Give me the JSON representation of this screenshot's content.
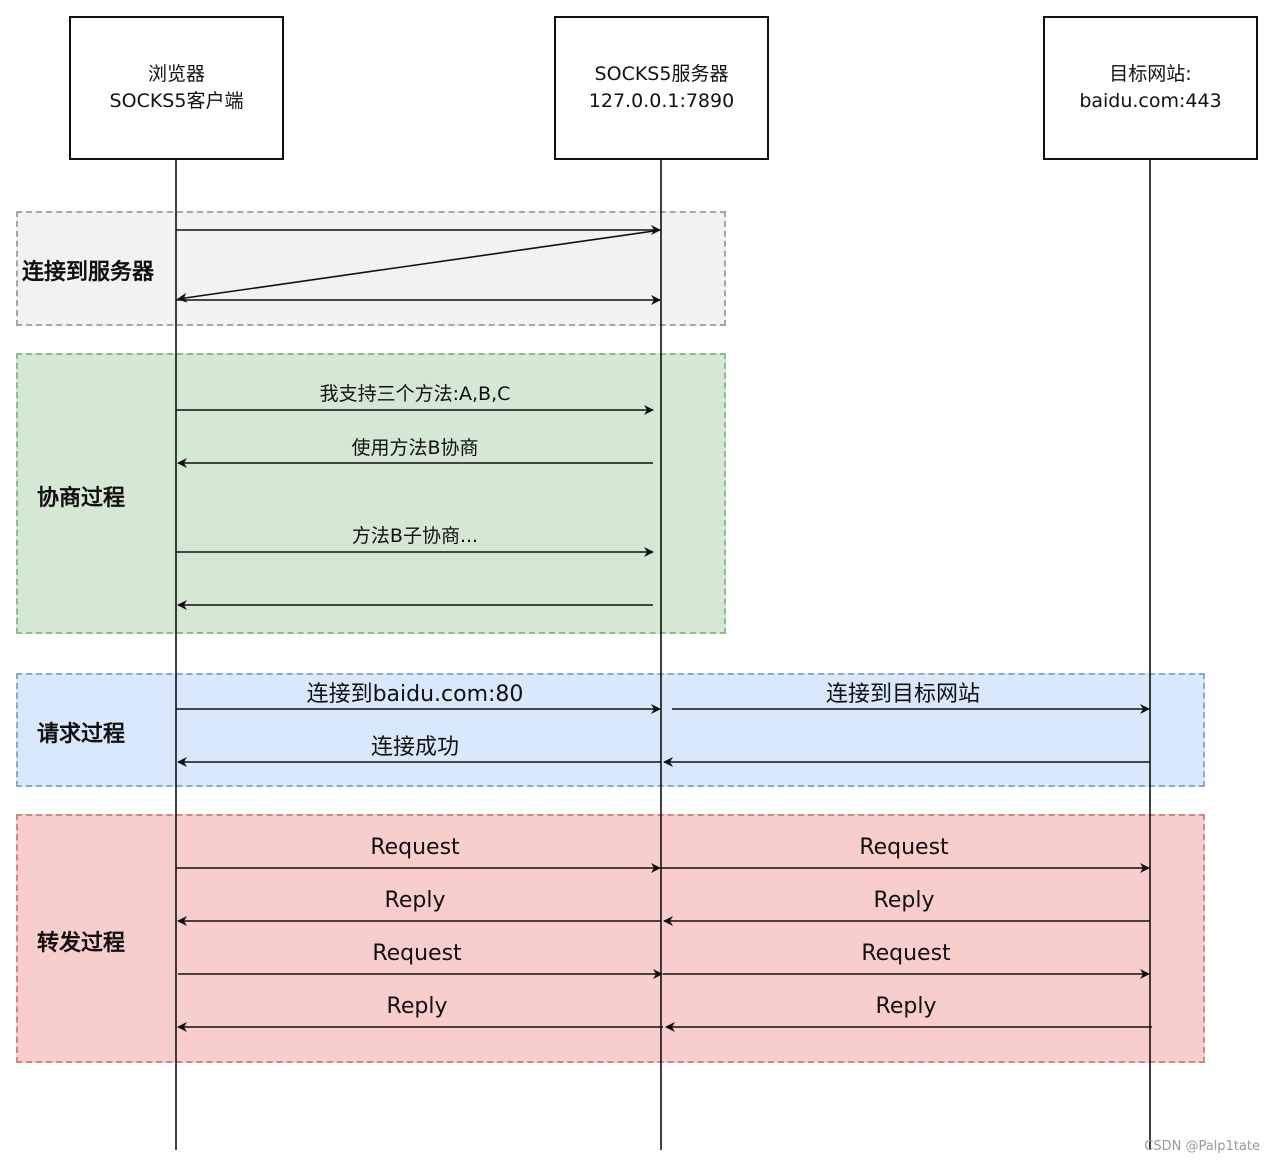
{
  "actors": [
    {
      "line1": "浏览器",
      "line2": "SOCKS5客户端"
    },
    {
      "line1": "SOCKS5服务器",
      "line2": "127.0.0.1:7890"
    },
    {
      "line1": "目标网站:",
      "line2": "baidu.com:443"
    }
  ],
  "phases": [
    {
      "label": "连接到服务器",
      "color": "#f2f2f2"
    },
    {
      "label": "协商过程",
      "color": "#d5e8d4"
    },
    {
      "label": "请求过程",
      "color": "#dae8fc"
    },
    {
      "label": "转发过程",
      "color": "#f8cecc"
    }
  ],
  "messages": {
    "m1": "我支持三个方法:A,B,C",
    "m2": "使用方法B协商",
    "m3": "方法B子协商...",
    "m4": "连接到baidu.com:80",
    "m5": "连接到目标网站",
    "m6": "连接成功",
    "req": "Request",
    "rep": "Reply"
  },
  "watermark": "CSDN @Palp1tate"
}
